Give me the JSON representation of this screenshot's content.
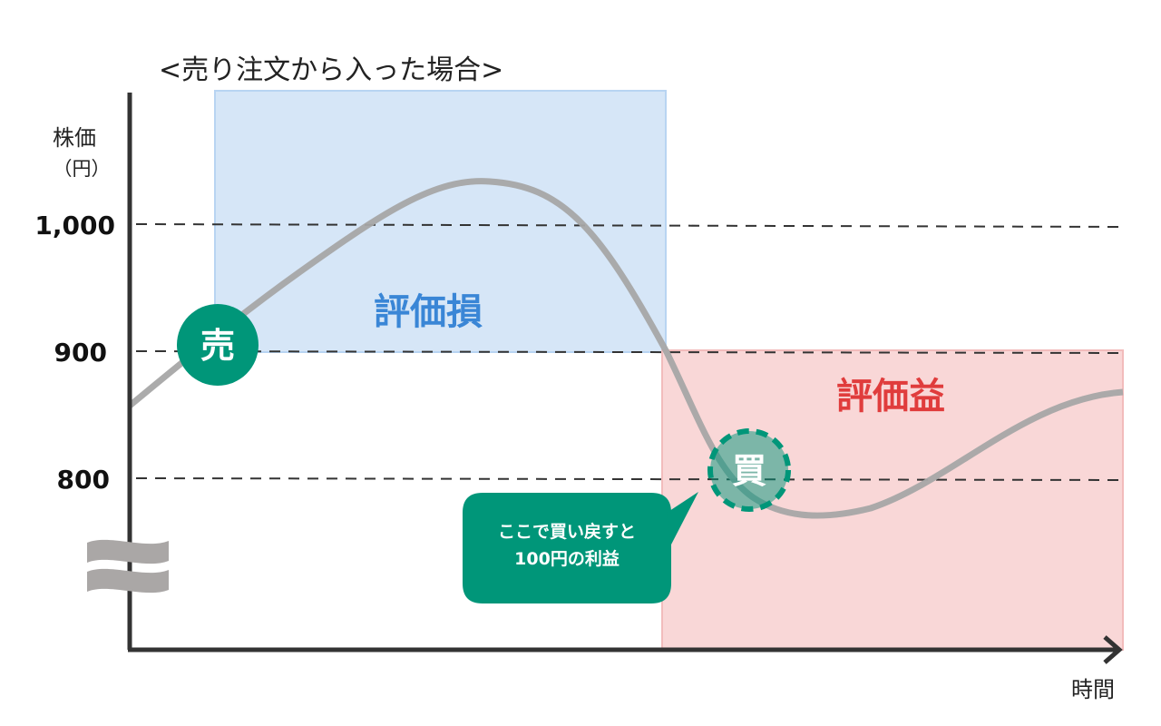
{
  "title": "<売り注文から入った場合>",
  "y_axis": {
    "label": "株価",
    "unit": "（円）",
    "ticks": [
      "1,000",
      "900",
      "800"
    ]
  },
  "x_axis": {
    "label": "時間"
  },
  "zones": {
    "loss": "評価損",
    "gain": "評価益"
  },
  "markers": {
    "sell": "売",
    "buy": "買"
  },
  "callout": {
    "line1": "ここで買い戻すと",
    "line2": "100円の利益"
  },
  "colors": {
    "green": "#009679",
    "loss_fill": "#d6e6f7",
    "gain_fill": "#f9d7d7",
    "loss_text": "#3a86d6",
    "gain_text": "#e03c3c",
    "curve": "#a7a7a7"
  }
}
